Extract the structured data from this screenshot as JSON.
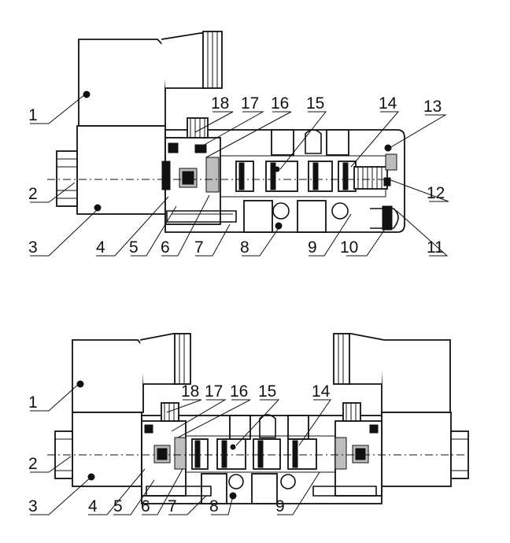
{
  "top_view": {
    "labels": {
      "n1": "1",
      "n2": "2",
      "n3": "3",
      "n4": "4",
      "n5": "5",
      "n6": "6",
      "n7": "7",
      "n8": "8",
      "n9": "9",
      "n10": "10",
      "n11": "11",
      "n12": "12",
      "n13": "13",
      "n14": "14",
      "n15": "15",
      "n16": "16",
      "n17": "17",
      "n18": "18"
    }
  },
  "bottom_view": {
    "labels": {
      "n1": "1",
      "n2": "2",
      "n3": "3",
      "n4": "4",
      "n5": "5",
      "n6": "6",
      "n7": "7",
      "n8": "8",
      "n9": "9",
      "n14": "14",
      "n15": "15",
      "n16": "16",
      "n17": "17",
      "n18": "18"
    }
  }
}
